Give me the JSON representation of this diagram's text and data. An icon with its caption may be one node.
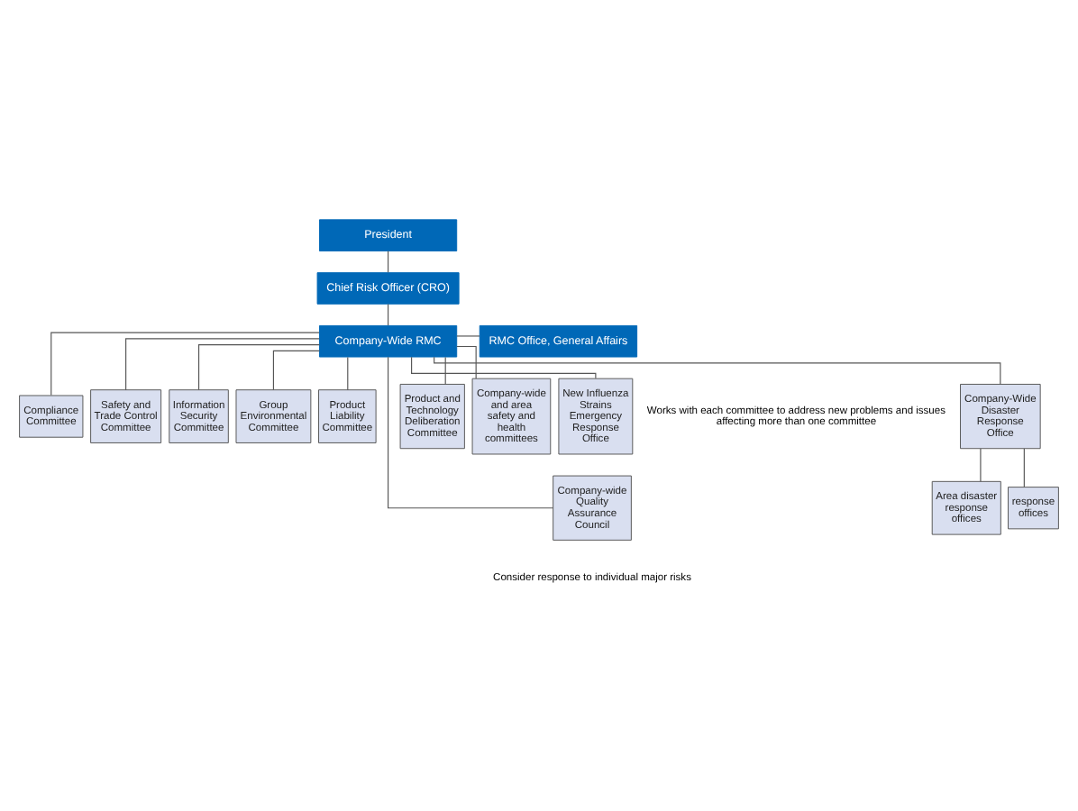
{
  "diagram": {
    "nodes": [
      {
        "text": [
          "President"
        ]
      },
      {
        "text": [
          "Chief Risk Officer (CRO)"
        ]
      },
      {
        "text": [
          "Company-Wide RMC"
        ]
      },
      {
        "text": [
          "RMC Office, General Affairs"
        ]
      },
      {
        "text": [
          "Compliance Committee"
        ]
      },
      {
        "text": [
          "Safety and Trade Control Committee"
        ]
      },
      {
        "text": [
          "Information Security Committee"
        ]
      },
      {
        "text": [
          "Group Environmental Committee"
        ]
      },
      {
        "text": [
          "Product Liability Committee"
        ]
      },
      {
        "text": [
          "Company-wide Quality Assurance Council"
        ]
      },
      {
        "text": [
          "Product and Technology Deliberation Committee"
        ]
      },
      {
        "text": [
          "Company-wide and area safety and health committees"
        ]
      },
      {
        "text": [
          "New Influenza Strains Emergency Response Office"
        ]
      },
      {
        "text": [
          "Company-Wide Disaster Response Office"
        ]
      },
      {
        "text": [
          "Area disaster response offices"
        ]
      },
      {
        "text": [
          "response offices"
        ]
      }
    ],
    "edges": [
      {
        "from": 0,
        "to": 1,
        "arrow": "none"
      },
      {
        "from": 1,
        "to": 2,
        "arrow": "none"
      },
      {
        "from": 2,
        "to": 3,
        "arrow": "none"
      },
      {
        "from": 2,
        "to": 4,
        "arrow": "none"
      },
      {
        "from": 2,
        "to": 5,
        "arrow": "none"
      },
      {
        "from": 2,
        "to": 6,
        "arrow": "none"
      },
      {
        "from": 2,
        "to": 7,
        "arrow": "none"
      },
      {
        "from": 2,
        "to": 8,
        "arrow": "none"
      },
      {
        "from": 2,
        "to": 9,
        "arrow": "none"
      },
      {
        "from": 2,
        "to": 10,
        "arrow": "none"
      },
      {
        "from": 2,
        "to": 11,
        "arrow": "none"
      },
      {
        "from": 2,
        "to": 12,
        "arrow": "none"
      },
      {
        "from": 2,
        "to": 13,
        "arrow": "none"
      },
      {
        "from": 13,
        "to": 14,
        "arrow": "none"
      },
      {
        "from": 13,
        "to": 15,
        "arrow": "none"
      }
    ],
    "labels": [
      "Works with each committee to address new problems and issues affecting more than one committee",
      "Consider response to individual major risks"
    ]
  }
}
